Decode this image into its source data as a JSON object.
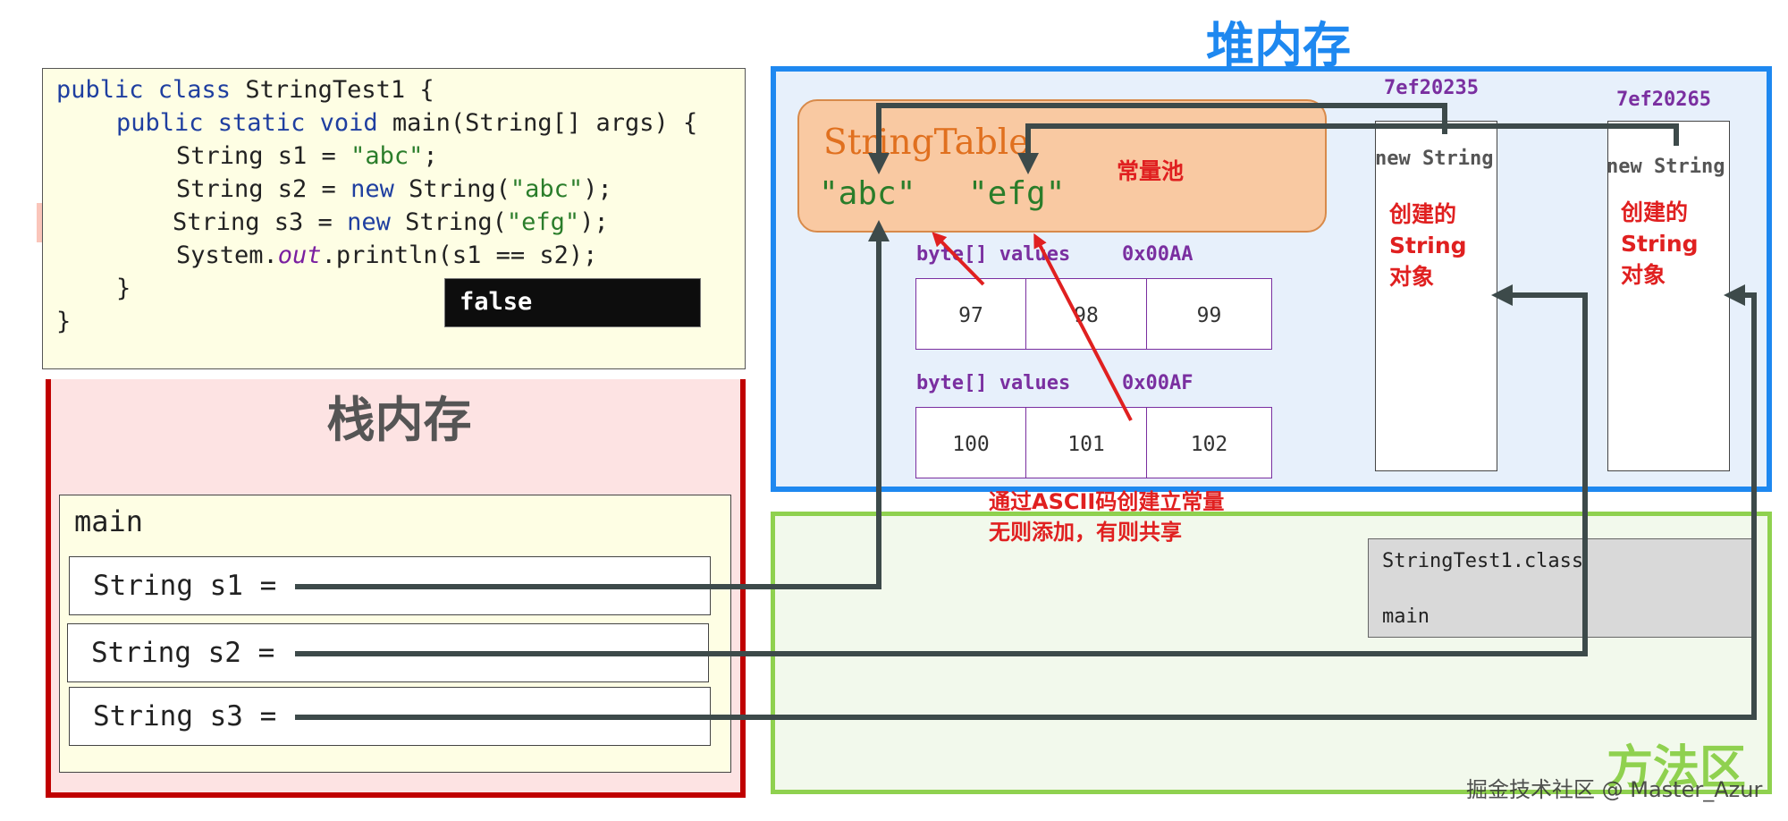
{
  "code": {
    "l1_kw": "public class",
    "l1_rest": " StringTest1 {",
    "l2_kw": "public static void",
    "l2_rest": " main(String[] args) {",
    "l3_pre": "String s1 = ",
    "l3_str": "\"abc\"",
    "l3_post": ";",
    "l4_pre": "String s2 = ",
    "l4_kw": "new",
    "l4_mid": " String(",
    "l4_str": "\"abc\"",
    "l4_post": ");",
    "l5_pre": "String s3 = ",
    "l5_kw": "new",
    "l5_mid": " String(",
    "l5_str": "\"efg\"",
    "l5_post": ");",
    "l6_pre": "System.",
    "l6_field": "out",
    "l6_post": ".println(s1 == s2);",
    "l7": "}",
    "l8": "}"
  },
  "output": {
    "value": "false"
  },
  "stack": {
    "title": "栈内存",
    "frame_label": "main",
    "vars": [
      "String s1 =",
      "String s2 =",
      "String s3 ="
    ]
  },
  "heap": {
    "title": "堆内存",
    "string_table": {
      "title": "StringTable",
      "entries": [
        "\"abc\"",
        "\"efg\""
      ],
      "pool_label": "常量池"
    },
    "byte_arrays": [
      {
        "label": "byte[] values",
        "address": "0x00AA",
        "values": [
          "97",
          "98",
          "99"
        ]
      },
      {
        "label": "byte[] values",
        "address": "0x00AF",
        "values": [
          "100",
          "101",
          "102"
        ]
      }
    ],
    "objects": [
      {
        "address": "7ef20235",
        "header": "new String",
        "desc": [
          "创建的",
          "String",
          "对象"
        ]
      },
      {
        "address": "7ef20265",
        "header": "new String",
        "desc": [
          "创建的",
          "String",
          "对象"
        ]
      }
    ]
  },
  "ascii_note": {
    "line1": "通过ASCII码创建立常量",
    "line2": "无则添加，有则共享"
  },
  "method_area": {
    "title": "方法区",
    "class_name": "StringTest1.class",
    "method": "main"
  },
  "watermark": "掘金技术社区 @ Master_Azur",
  "colors": {
    "heap_border": "#1e88f0",
    "stack_border": "#c00000",
    "method_border": "#8fd14f",
    "arrow_dark": "#3d4a4a",
    "arrow_red": "#e02020"
  }
}
